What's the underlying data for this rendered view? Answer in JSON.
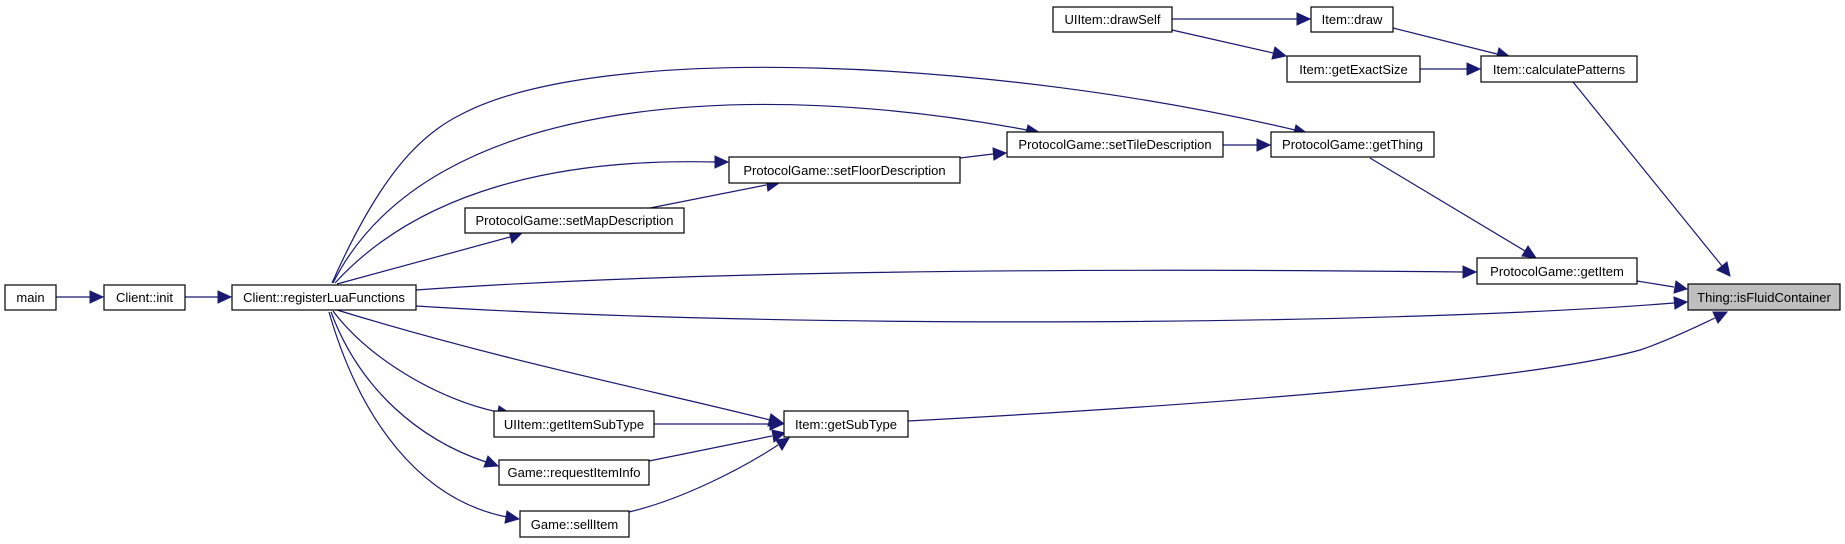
{
  "colors": {
    "edge": "#191970",
    "node_border": "#000000",
    "node_fill": "#ffffff",
    "highlight_fill": "#bfbfbf"
  },
  "nodes": {
    "main": "main",
    "client_init": "Client::init",
    "register_lua": "Client::registerLuaFunctions",
    "set_map_description": "ProtocolGame::setMapDescription",
    "set_floor_description": "ProtocolGame::setFloorDescription",
    "set_tile_description": "ProtocolGame::setTileDescription",
    "get_thing": "ProtocolGame::getThing",
    "uiitem_draw_self": "UIItem::drawSelf",
    "item_draw": "Item::draw",
    "item_get_exact_size": "Item::getExactSize",
    "item_calculate_patterns": "Item::calculatePatterns",
    "protocol_get_item": "ProtocolGame::getItem",
    "is_fluid_container": "Thing::isFluidContainer",
    "uiitem_get_item_subtype": "UIItem::getItemSubType",
    "game_request_item_info": "Game::requestItemInfo",
    "game_sell_item": "Game::sellItem",
    "item_get_subtype": "Item::getSubType"
  }
}
